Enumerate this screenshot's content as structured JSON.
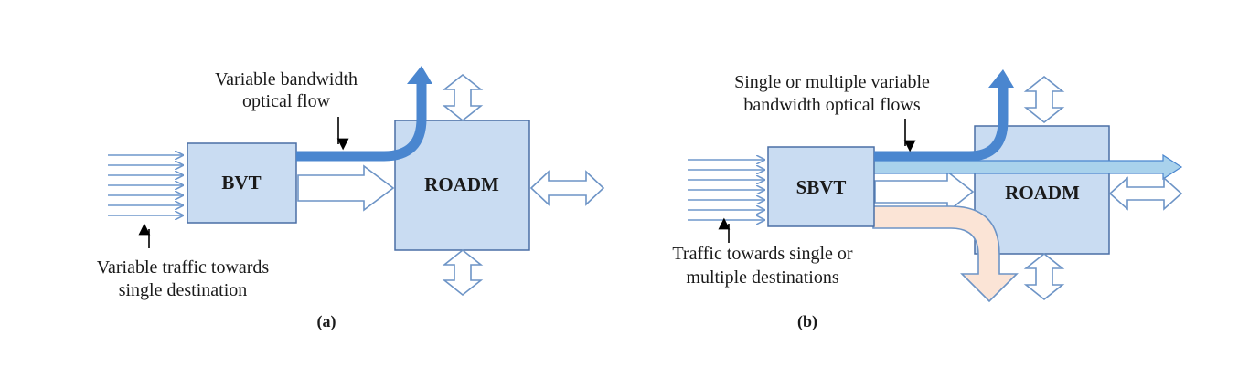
{
  "panel_a": {
    "box_bvt": "BVT",
    "box_roadm": "ROADM",
    "flow_label_line1": "Variable bandwidth",
    "flow_label_line2": "optical flow",
    "traffic_label_line1": "Variable traffic towards",
    "traffic_label_line2": "single destination",
    "caption": "(a)"
  },
  "panel_b": {
    "box_sbvt": "SBVT",
    "box_roadm": "ROADM",
    "flow_label_line1": "Single or multiple variable",
    "flow_label_line2": "bandwidth optical flows",
    "traffic_label_line1": "Traffic towards single or",
    "traffic_label_line2": "multiple destinations",
    "caption": "(b)"
  },
  "colors": {
    "box_fill": "#c9dcf2",
    "box_stroke": "#4a6fa5",
    "flow_blue": "#4a86cf",
    "flow_light_blue": "#a9d2ec",
    "flow_peach": "#fbe4d6",
    "hollow_stroke": "#6d94c6"
  }
}
